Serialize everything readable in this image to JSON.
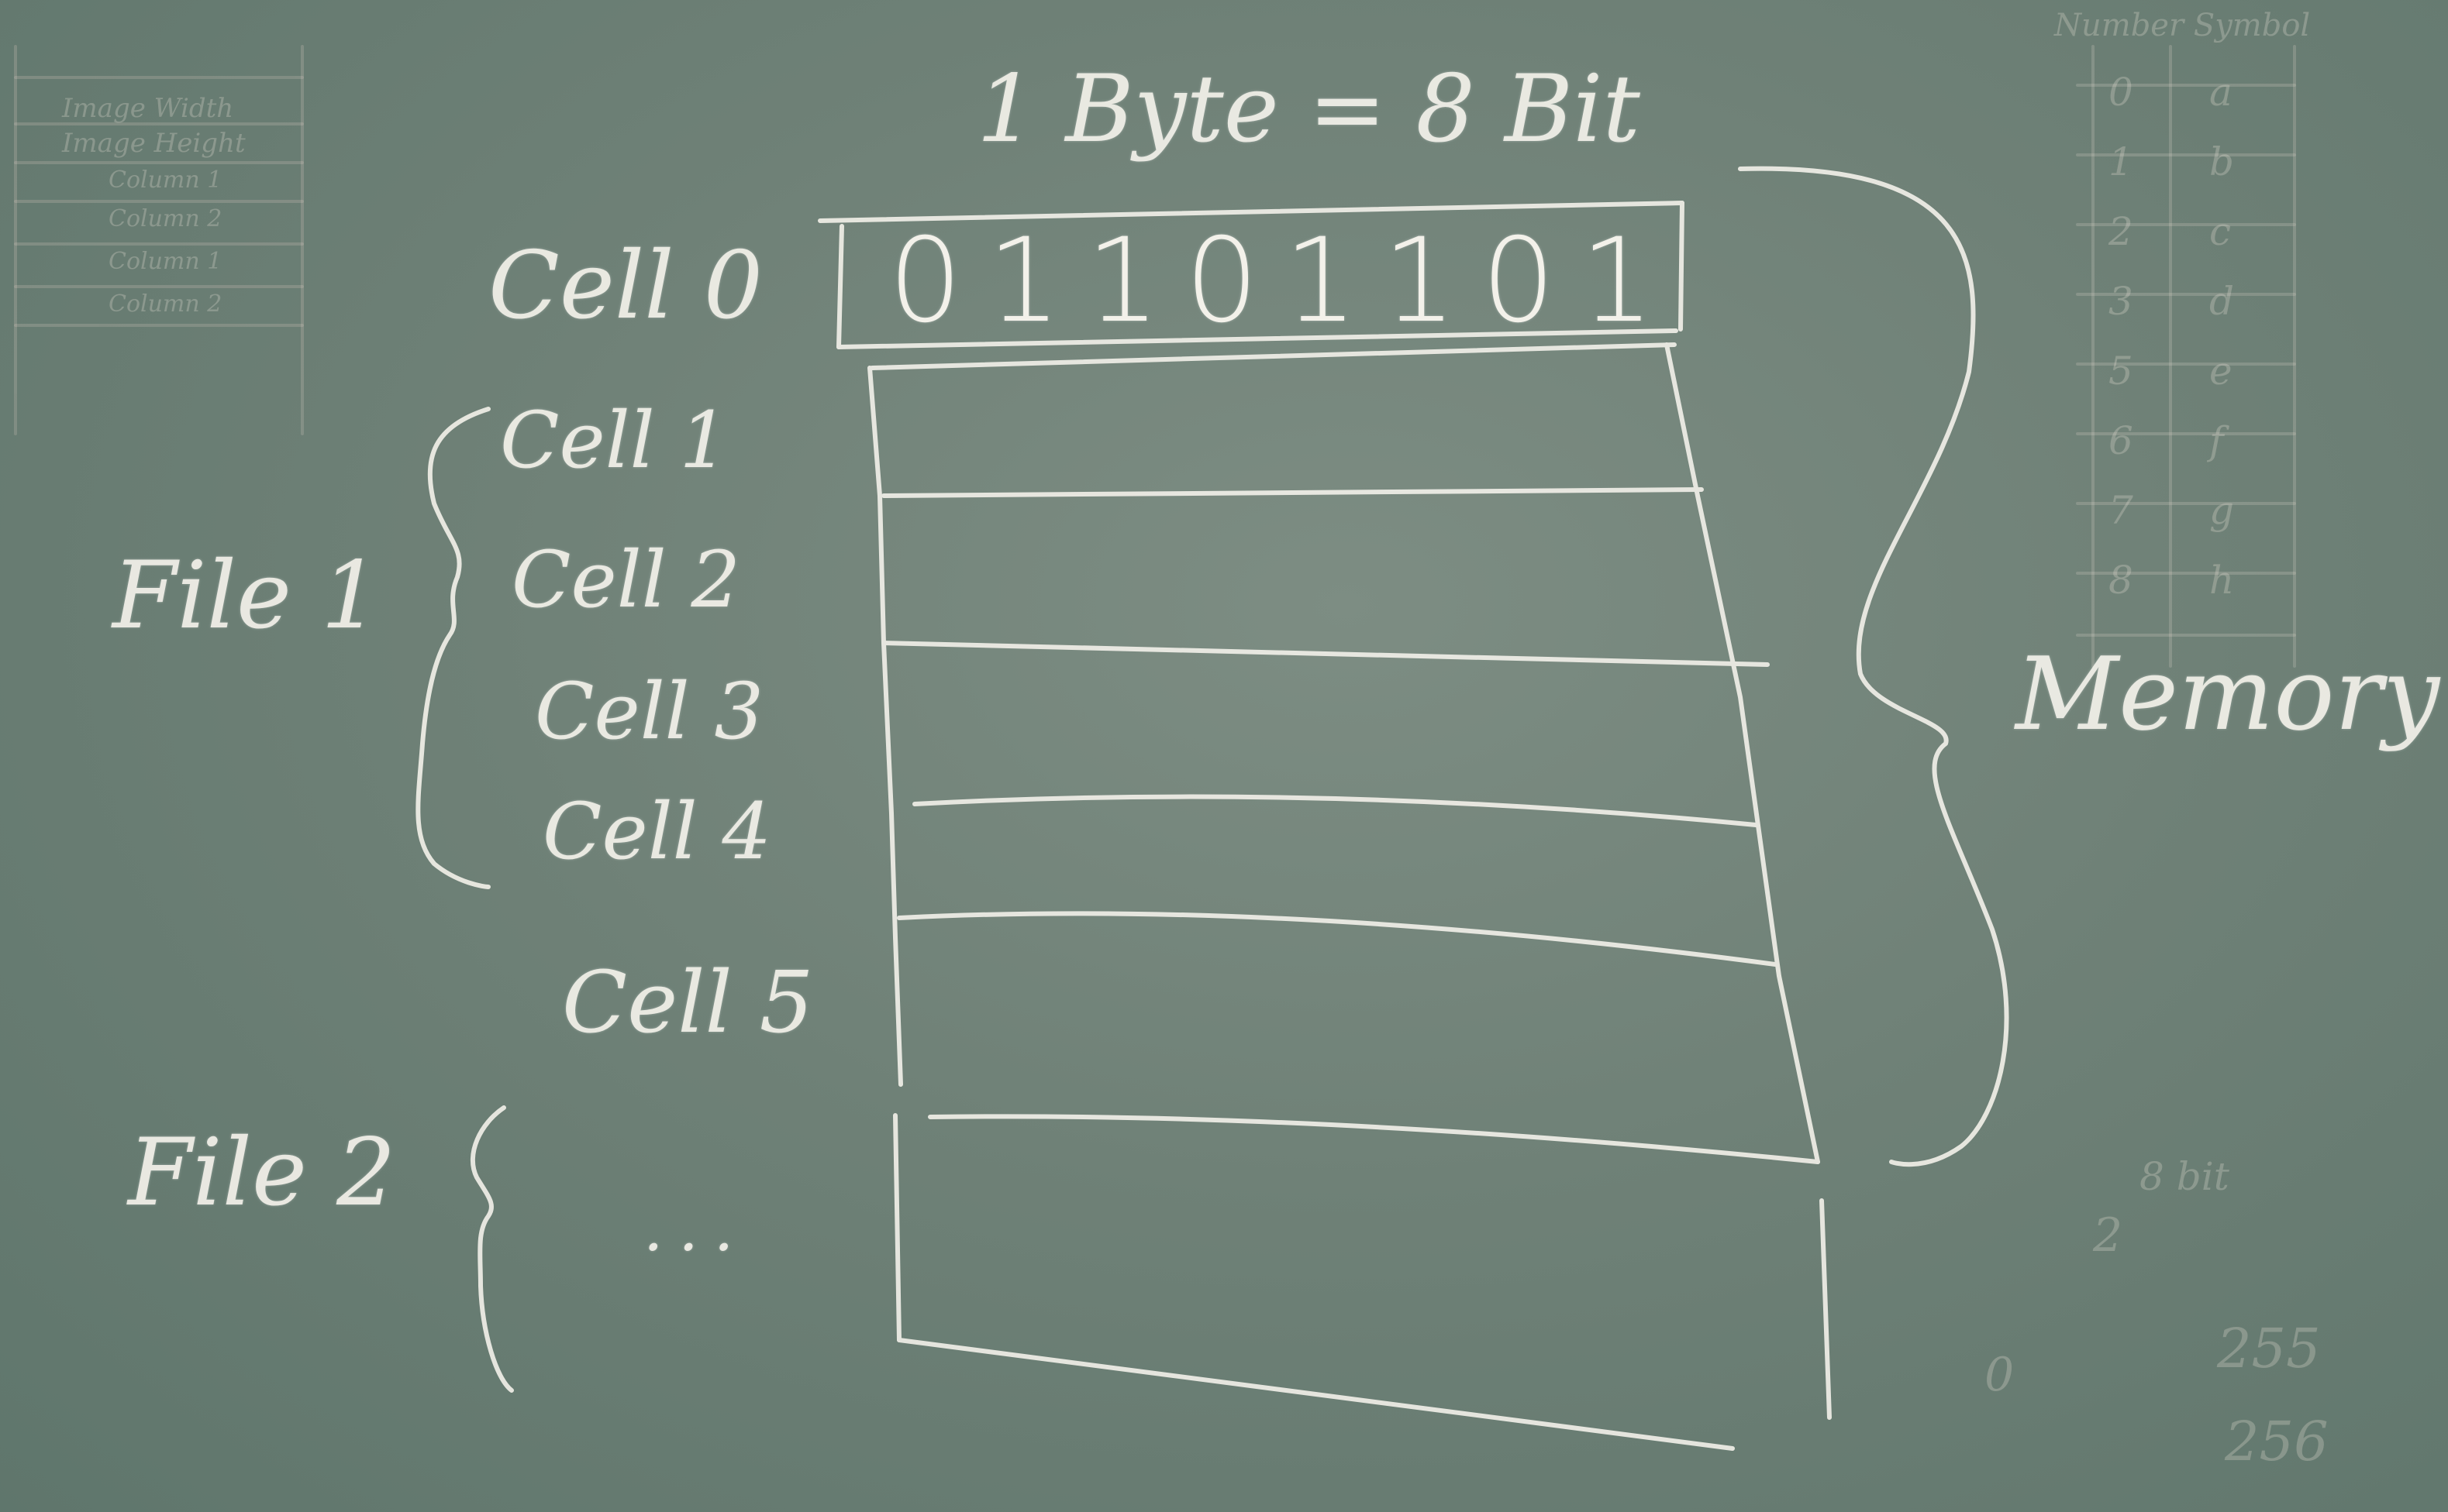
{
  "header": {
    "byte_eq": "1 Byte = 8 Bit"
  },
  "cells": {
    "cell0": "Cell 0",
    "cell1": "Cell 1",
    "cell2": "Cell 2",
    "cell3": "Cell 3",
    "cell4": "Cell 4",
    "cell5": "Cell 5"
  },
  "bits": [
    "0",
    "1",
    "1",
    "0",
    "1",
    "1",
    "0",
    "1"
  ],
  "files": {
    "file1": "File 1",
    "file2": "File 2",
    "ellipsis": "..."
  },
  "memory_label": "Memory",
  "faint_left": [
    "Image Width",
    "Image Height",
    "Column 1",
    "Column 2",
    "Column 1",
    "Column 2"
  ],
  "faint_right": {
    "header": "Number Symbol",
    "rows": [
      [
        "0",
        "a"
      ],
      [
        "1",
        "b"
      ],
      [
        "2",
        "c"
      ],
      [
        "3",
        "d"
      ],
      [
        "5",
        "e"
      ],
      [
        "6",
        "f"
      ],
      [
        "7",
        "g"
      ],
      [
        "8",
        "h"
      ]
    ],
    "extra": [
      "8 bit",
      "2",
      "255",
      "0",
      "256"
    ]
  }
}
